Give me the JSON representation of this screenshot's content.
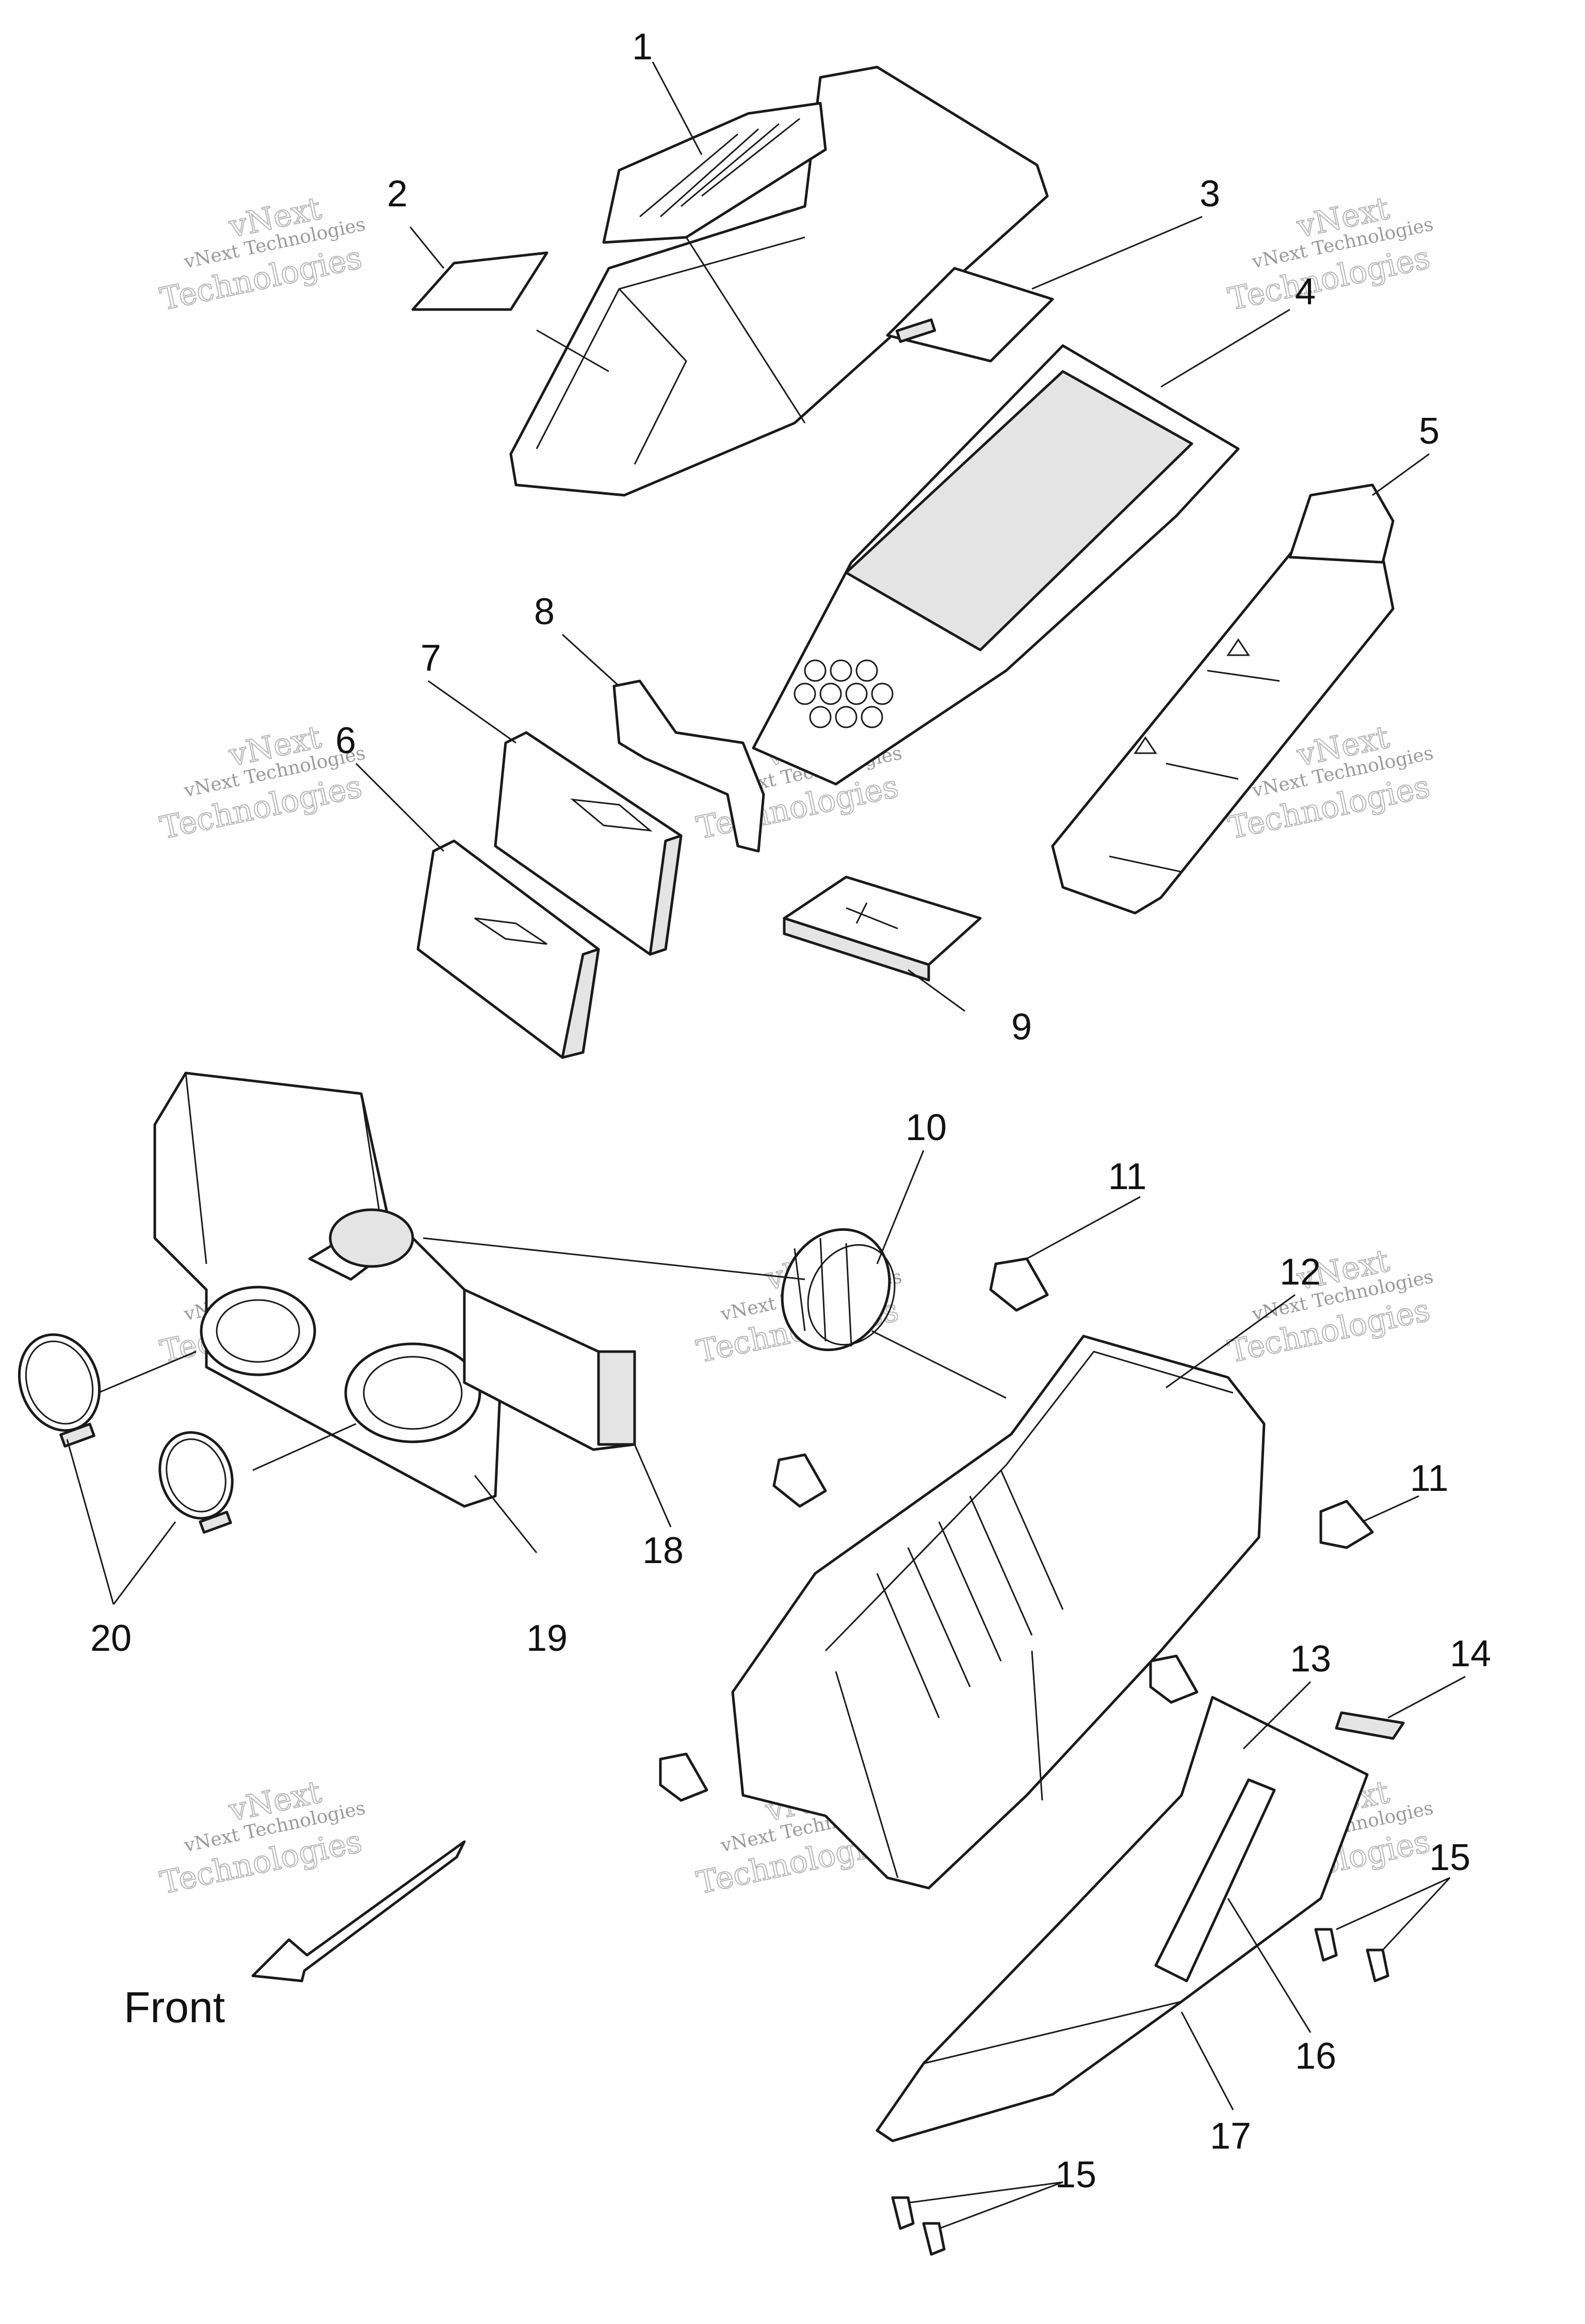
{
  "diagram": {
    "callouts": [
      "1",
      "2",
      "3",
      "4",
      "5",
      "6",
      "7",
      "8",
      "9",
      "10",
      "11",
      "11",
      "12",
      "13",
      "14",
      "15",
      "15",
      "16",
      "17",
      "18",
      "19",
      "20"
    ],
    "direction_label": "Front",
    "watermark": {
      "line1": "vNext Technologies",
      "line2_a": "vNext",
      "line2_b": "Technologies"
    }
  }
}
